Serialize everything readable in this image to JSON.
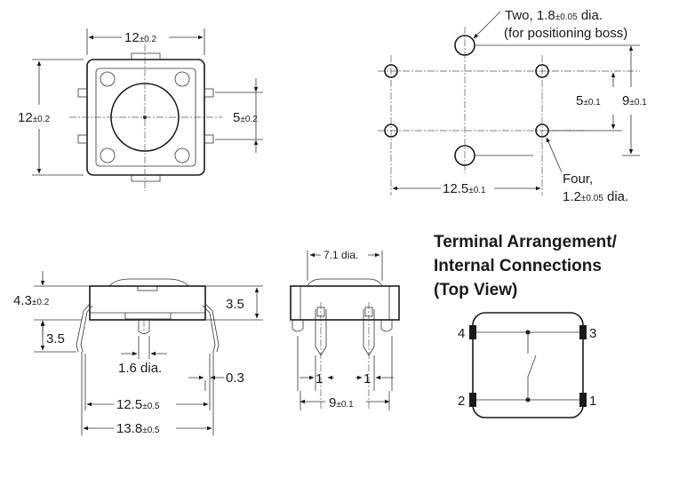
{
  "top_view": {
    "width_value": "12",
    "width_tol": "±0.2",
    "height_value": "12",
    "height_tol": "±0.2",
    "pin_pitch_value": "5",
    "pin_pitch_tol": "±0.2"
  },
  "pcb_layout": {
    "boss_note_line1_value": "Two, 1.8",
    "boss_note_line1_tol": "±0.05",
    "boss_note_line1_unit": " dia.",
    "boss_note_line2": "(for positioning boss)",
    "v_pitch_small_value": "5",
    "v_pitch_small_tol": "±0.1",
    "v_pitch_large_value": "9",
    "v_pitch_large_tol": "±0.1",
    "h_pitch_value": "12.5",
    "h_pitch_tol": "±0.1",
    "hole_note_line1": "Four,",
    "hole_note_line2_value": "1.2",
    "hole_note_line2_tol": "±0.05",
    "hole_note_line2_unit": " dia."
  },
  "side_view": {
    "height_value": "4.3",
    "height_tol": "±0.2",
    "leg_value": "3.5",
    "right_height_value": "3.5",
    "pin_dia_label": "1.6 dia.",
    "pin_thickness_label": "0.3",
    "span_inner_value": "12.5",
    "span_inner_tol": "±0.5",
    "span_outer_value": "13.8",
    "span_outer_tol": "±0.5"
  },
  "front_view": {
    "plunger_dia_label": "7.1 dia.",
    "left_pin_label": "1",
    "right_pin_label": "1",
    "pitch_value": "9",
    "pitch_tol": "±0.1"
  },
  "terminal_arrangement": {
    "title_line1": "Terminal Arrangement/",
    "title_line2": "Internal Connections",
    "title_line3": "(Top View)",
    "pin_top_left": "4",
    "pin_top_right": "3",
    "pin_bottom_left": "2",
    "pin_bottom_right": "1"
  }
}
